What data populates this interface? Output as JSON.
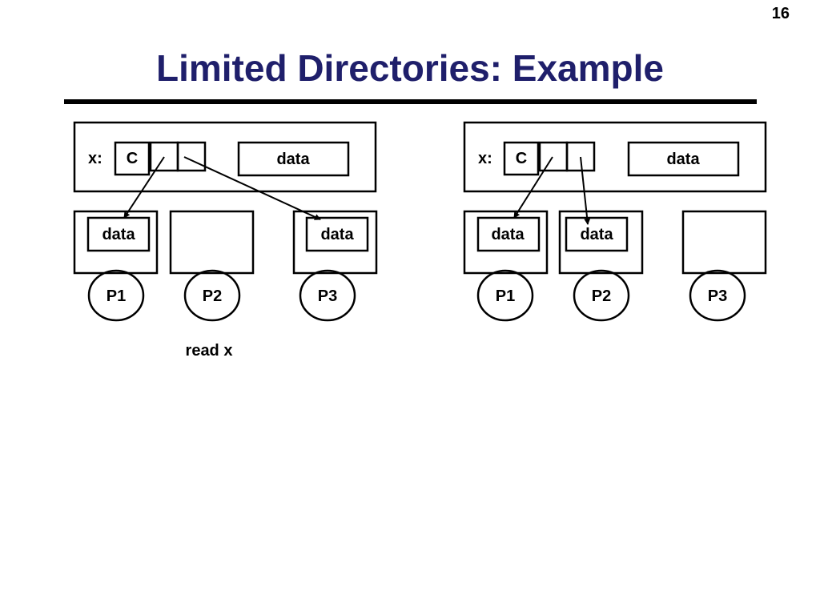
{
  "page_number": "16",
  "title": "Limited Directories: Example",
  "left": {
    "entry": {
      "name": "x:",
      "state": "C",
      "data": "data"
    },
    "procs": [
      {
        "label": "P1",
        "cache": "data"
      },
      {
        "label": "P2",
        "cache": ""
      },
      {
        "label": "P3",
        "cache": "data"
      }
    ],
    "caption": "read x"
  },
  "right": {
    "entry": {
      "name": "x:",
      "state": "C",
      "data": "data"
    },
    "procs": [
      {
        "label": "P1",
        "cache": "data"
      },
      {
        "label": "P2",
        "cache": "data"
      },
      {
        "label": "P3",
        "cache": ""
      }
    ]
  }
}
